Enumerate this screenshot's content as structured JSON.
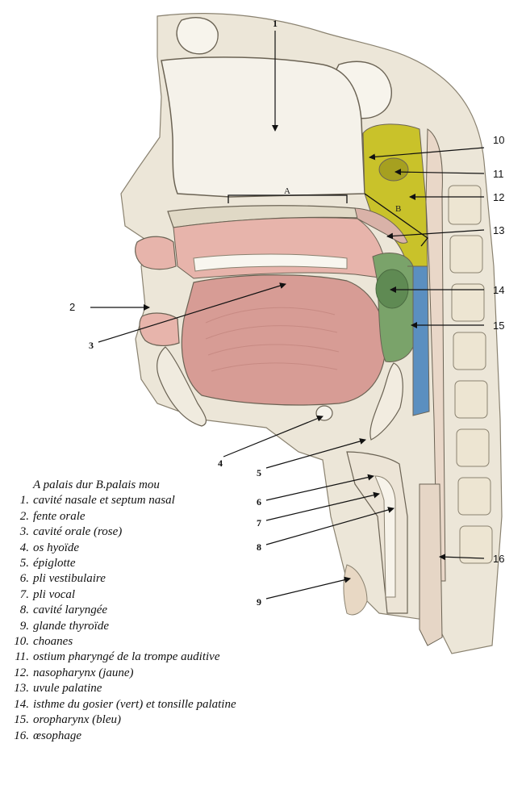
{
  "figure": {
    "labels": {
      "l1": "1",
      "l2": "2",
      "l3": "3",
      "l4": "4",
      "l5": "5",
      "l6": "6",
      "l7": "7",
      "l8": "8",
      "l9": "9",
      "l10": "10",
      "l11": "11",
      "l12": "12",
      "l13": "13",
      "l14": "14",
      "l15": "15",
      "l16": "16",
      "lA": "A",
      "lB": "B"
    },
    "colors": {
      "nasopharynx": "#c9c22a",
      "oropharynx": "#5b8fc0",
      "isthmus": "#7aa36a",
      "tongue": "#d79c95",
      "oral_cavity": "#e7b4ab",
      "bone": "#eae5d6",
      "soft_tissue": "#e6dfd3",
      "outline": "#6b6354"
    }
  },
  "legend": [
    {
      "key": "",
      "text": "A  palais dur  B.palais mou"
    },
    {
      "key": "1.",
      "text": "cavité nasale et septum nasal"
    },
    {
      "key": "2.",
      "text": "fente orale"
    },
    {
      "key": "3.",
      "text": "cavité orale (rose)"
    },
    {
      "key": "4.",
      "text": "os hyoïde"
    },
    {
      "key": "5.",
      "text": "épiglotte"
    },
    {
      "key": "6.",
      "text": "pli vestibulaire"
    },
    {
      "key": "7.",
      "text": "pli vocal"
    },
    {
      "key": "8.",
      "text": "cavité laryngée"
    },
    {
      "key": "9.",
      "text": "glande thyroïde"
    },
    {
      "key": "10.",
      "text": "choanes"
    },
    {
      "key": "11.",
      "text": "ostium pharyngé de la trompe auditive"
    },
    {
      "key": "12.",
      "text": "nasopharynx (jaune)"
    },
    {
      "key": "13.",
      "text": "uvule palatine"
    },
    {
      "key": "14.",
      "text": "isthme du gosier (vert) et tonsille palatine"
    },
    {
      "key": "15.",
      "text": "oropharynx (bleu)"
    },
    {
      "key": "16.",
      "text": "œsophage"
    }
  ]
}
